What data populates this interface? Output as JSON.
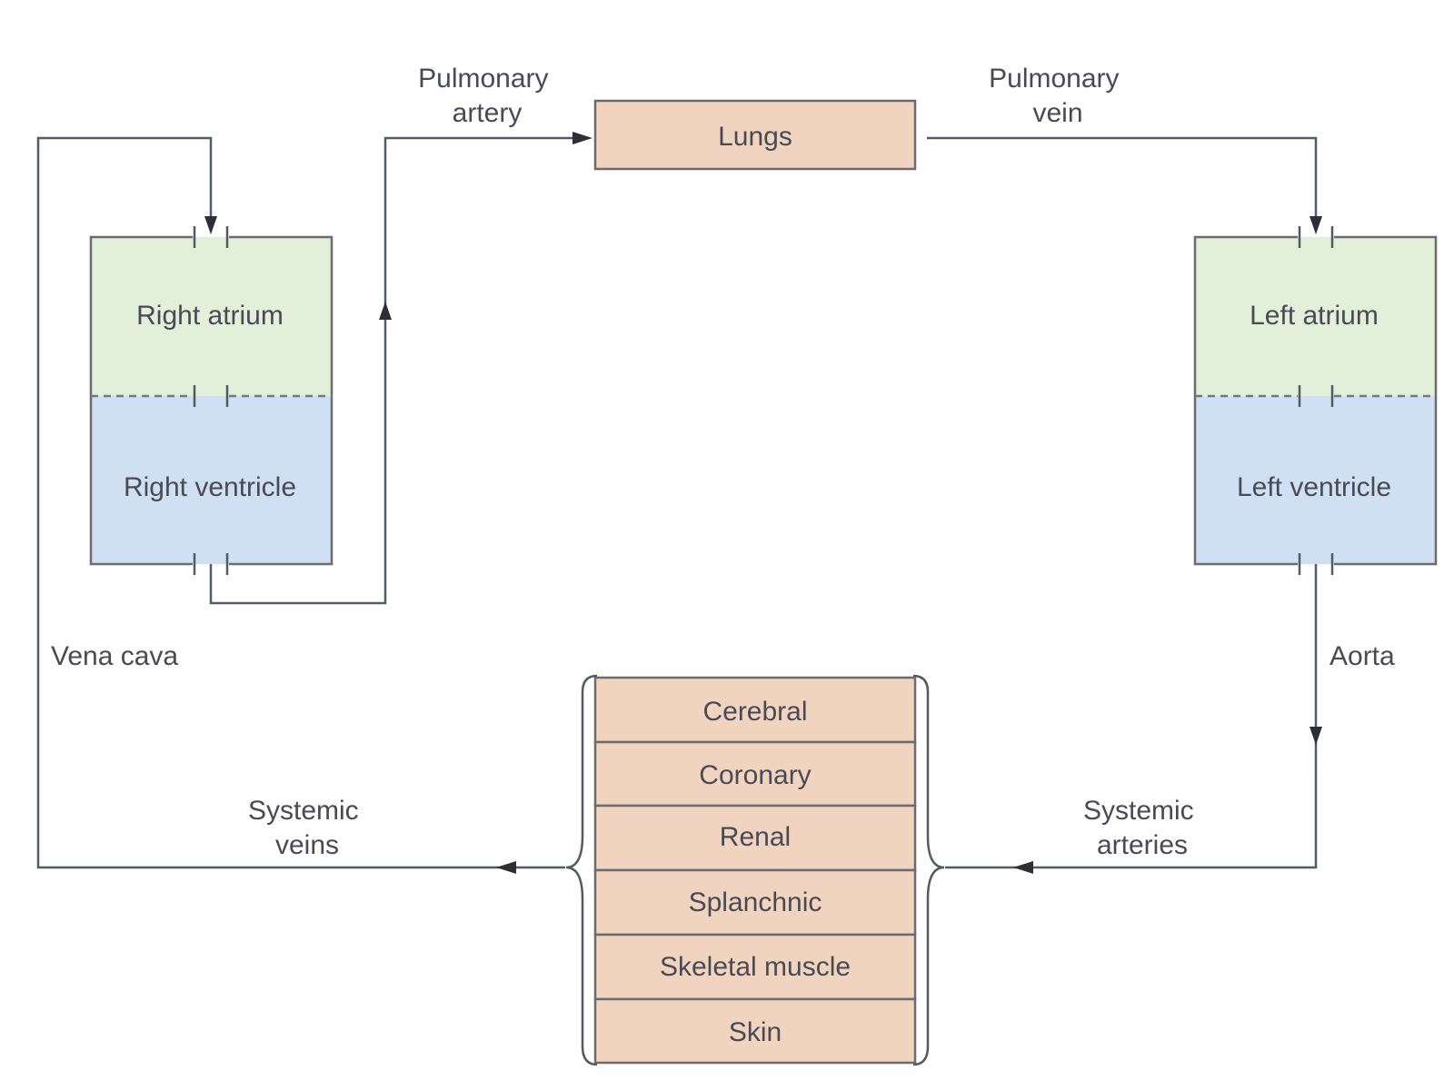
{
  "colors": {
    "atrium_fill": "#e2efd9",
    "ventricle_fill": "#cfe0f3",
    "organ_fill": "#f1d4bf",
    "line": "#555a60",
    "text": "#4a4a55"
  },
  "heart": {
    "right_atrium": "Right atrium",
    "right_ventricle": "Right ventricle",
    "left_atrium": "Left atrium",
    "left_ventricle": "Left ventricle"
  },
  "lungs": "Lungs",
  "vessels": {
    "pulmonary_artery": [
      "Pulmonary",
      "artery"
    ],
    "pulmonary_vein": [
      "Pulmonary",
      "vein"
    ],
    "vena_cava": "Vena cava",
    "aorta": "Aorta",
    "systemic_veins": [
      "Systemic",
      "veins"
    ],
    "systemic_arteries": [
      "Systemic",
      "arteries"
    ]
  },
  "organs": [
    "Cerebral",
    "Coronary",
    "Renal",
    "Splanchnic",
    "Skeletal muscle",
    "Skin"
  ]
}
